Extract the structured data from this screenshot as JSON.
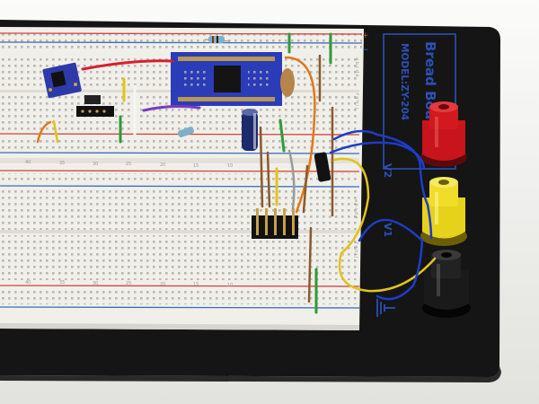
{
  "board": {
    "brand": "Bread Board",
    "model": "MODEL:ZY-204",
    "plus_sign": "+",
    "minus_sign": "−"
  },
  "terminals": {
    "top_label": "V2",
    "middle_label": "V1",
    "bottom_label": "ground-symbol",
    "colors": {
      "top": "#c8141c",
      "middle": "#e6d21a",
      "bottom": "#1a1a1a"
    }
  },
  "columns": {
    "top_row_letters": "a b c d e",
    "bottom_row_letters": "f g h i j",
    "numbers_top": [
      "40",
      "35",
      "30",
      "25",
      "20",
      "15",
      "10"
    ],
    "numbers_bottom": [
      "40",
      "35",
      "30",
      "25",
      "20",
      "15",
      "10"
    ]
  },
  "colors": {
    "board_white": "#f0efe9",
    "base_black": "#151515",
    "rail_red": "#d2453f",
    "rail_blue": "#3d6fb8",
    "wire_blue": "#1e3cc8",
    "wire_yellow": "#e2c41a",
    "wire_orange": "#e07818",
    "wire_red": "#d81f2c",
    "wire_green": "#2f9a3a",
    "module_blue": "#2e3aa8"
  }
}
